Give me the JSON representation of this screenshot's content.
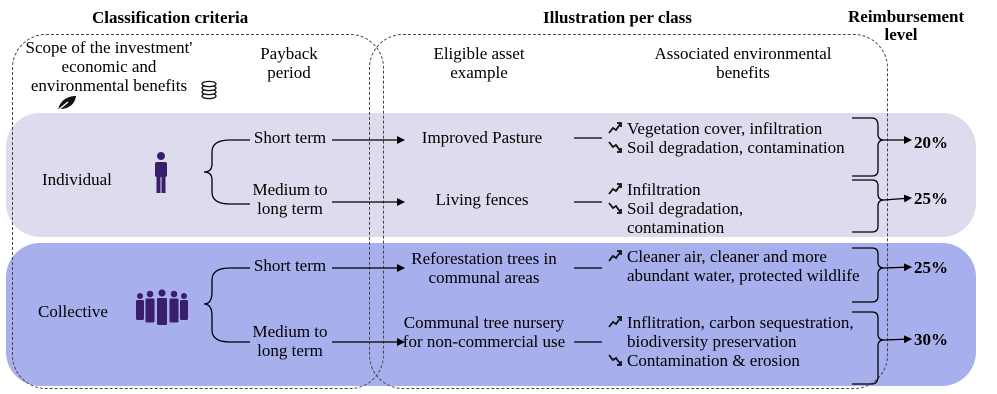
{
  "headers": {
    "classification": "Classification criteria",
    "illustration": "Illustration per class",
    "reimbursement": "Reimbursement level"
  },
  "columns": {
    "scope": "Scope of the investment' economic and environmental benefits",
    "payback": "Payback period",
    "eligible": "Eligible asset example",
    "benefits": "Associated environmental benefits"
  },
  "classes": [
    {
      "label": "Individual",
      "rows": [
        {
          "period": "Short term",
          "asset": "Improved Pasture",
          "benefits": [
            {
              "icon": "trend-up-icon",
              "text": "Vegetation cover, infiltration"
            },
            {
              "icon": "trend-down-icon",
              "text": "Soil degradation, contamination"
            }
          ],
          "level": "20%"
        },
        {
          "period": "Medium to long term",
          "asset": "Living fences",
          "benefits": [
            {
              "icon": "trend-up-icon",
              "text": "Infiltration"
            },
            {
              "icon": "trend-down-icon",
              "text": "Soil degradation, contamination"
            }
          ],
          "level": "25%"
        }
      ]
    },
    {
      "label": "Collective",
      "rows": [
        {
          "period": "Short term",
          "asset": "Reforestation trees in communal areas",
          "benefits": [
            {
              "icon": "trend-up-icon",
              "text": "Cleaner air, cleaner and more abundant water, protected wildlife"
            }
          ],
          "level": "25%"
        },
        {
          "period": "Medium to long term",
          "asset": "Communal tree nursery for non-commercial use",
          "benefits": [
            {
              "icon": "trend-up-icon",
              "text": "Inflitration, carbon sequestration, biodiversity preservation"
            },
            {
              "icon": "trend-down-icon",
              "text": "Contamination & erosion"
            }
          ],
          "level": "30%"
        }
      ]
    }
  ],
  "colors": {
    "individual_band": "#dcdcee",
    "collective_band": "#a7afec",
    "person_icon": "#3a1e6b"
  },
  "icons": {
    "scope_leaf": "leaf-icon",
    "scope_coins": "coins-icon",
    "individual": "person-icon",
    "collective": "group-icon"
  }
}
